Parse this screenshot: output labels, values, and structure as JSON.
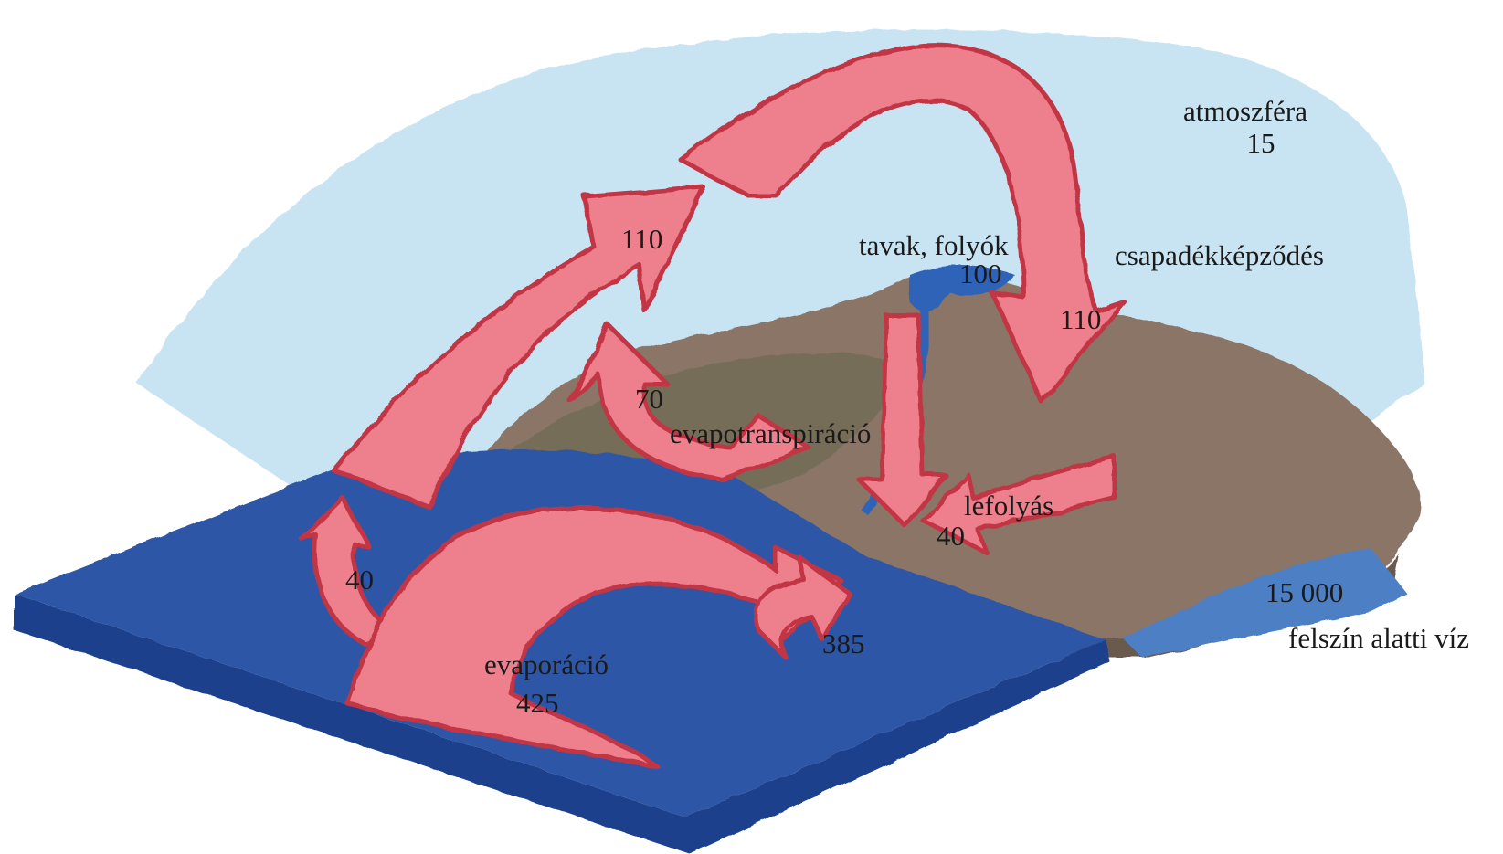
{
  "colors": {
    "sky": "#bfe0f2",
    "ocean_top": "#2f56a6",
    "ocean_side": "#1b3f8c",
    "land": "#8a7566",
    "land_dark": "#5e6548",
    "lake": "#2f63b8",
    "arrow_fill": "#ee7f8c",
    "arrow_edge": "#c23644"
  },
  "labels": {
    "atmosphere": "atmoszféra",
    "atmosphere_value": "15",
    "lakes_rivers": "tavak, folyók",
    "lakes_rivers_value": "100",
    "precipitation": "csapadékképződés",
    "precipitation_value": "110",
    "transport_value": "110",
    "evapotranspiration": "evapotranspiráció",
    "evapotranspiration_value": "70",
    "runoff": "lefolyás",
    "runoff_value": "40",
    "ocean_return_value": "40",
    "evaporation": "evaporáció",
    "evaporation_value": "425",
    "ocean_precip_value": "385",
    "groundwater_value": "15 000",
    "groundwater": "felszín alatti víz"
  }
}
